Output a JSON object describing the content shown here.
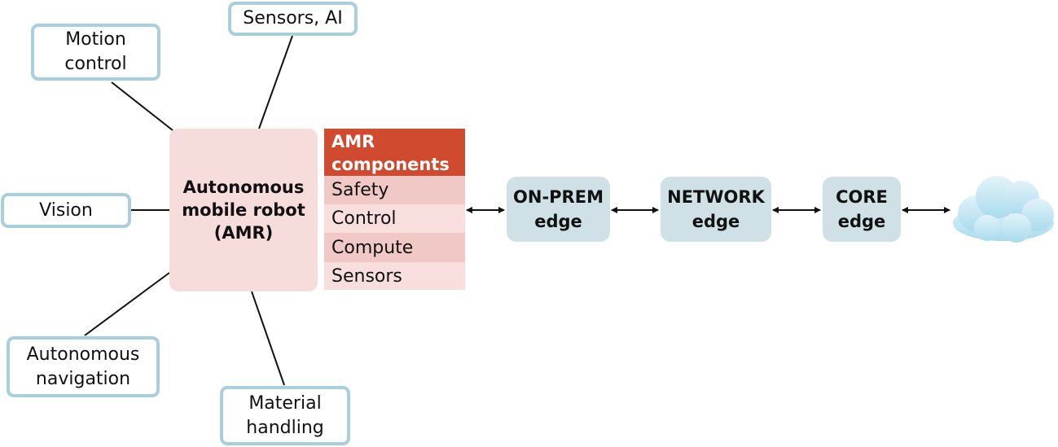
{
  "features": {
    "motion_control": "Motion\ncontrol",
    "sensors_ai": "Sensors, AI",
    "vision": "Vision",
    "autonomous_navigation": "Autonomous\nnavigation",
    "material_handling": "Material\nhandling"
  },
  "amr": {
    "label": "Autonomous\nmobile robot\n(AMR)"
  },
  "components": {
    "header": "AMR\ncomponents",
    "items": [
      "Safety",
      "Control",
      "Compute",
      "Sensors"
    ]
  },
  "edges": [
    "ON-PREM\nedge",
    "NETWORK\nedge",
    "CORE\nedge"
  ],
  "icons": {
    "cloud": "cloud-icon",
    "arrow": "double-arrow-icon"
  },
  "colors": {
    "feature_border": "#a9cfdc",
    "amr_fill": "#f6dcdb",
    "component_header": "#cf4a2f",
    "component_row_dark": "#f0c9c6",
    "component_row_light": "#f8dfde",
    "edge_fill": "#cfe1e6",
    "cloud": "#bfe3ef"
  }
}
